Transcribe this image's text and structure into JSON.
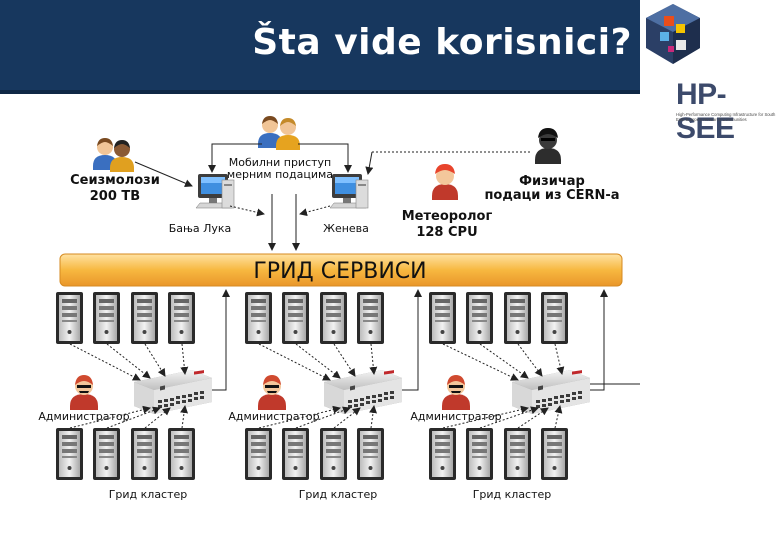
{
  "slide": {
    "title": "Šta vide korisnici?"
  },
  "logo": {
    "name": "HP-SEE",
    "tagline": "High-Performance Computing Infrastructure for South East Europe's Research Communities"
  },
  "diagram": {
    "grid_services_label": "ГРИД СЕРВИСИ",
    "users": {
      "seismologists": {
        "line1": "Сеизмолози",
        "line2": "200 TB"
      },
      "mobile": {
        "line1": "Мобилни приступ",
        "line2": "мерним подацима"
      },
      "physicist": {
        "line1": "Физичар",
        "line2": "подаци из CERN-а"
      },
      "meteorologist": {
        "line1": "Метеоролог",
        "line2": "128 CPU"
      }
    },
    "terminals": {
      "left": "Бања Лука",
      "right": "Женева"
    },
    "clusters": [
      {
        "admin": "Администратор",
        "label": "Грид кластер"
      },
      {
        "admin": "Администратор",
        "label": "Грид кластер"
      },
      {
        "admin": "Администратор",
        "label": "Грид кластер"
      }
    ]
  },
  "colors": {
    "header": "#17375e",
    "band": "#f5b53d",
    "arrow": "#222222"
  },
  "icons": [
    "people-icon",
    "person-icon",
    "computer-icon",
    "server-tower-icon",
    "network-switch-icon",
    "admin-icon",
    "hp-see-cube-logo"
  ]
}
